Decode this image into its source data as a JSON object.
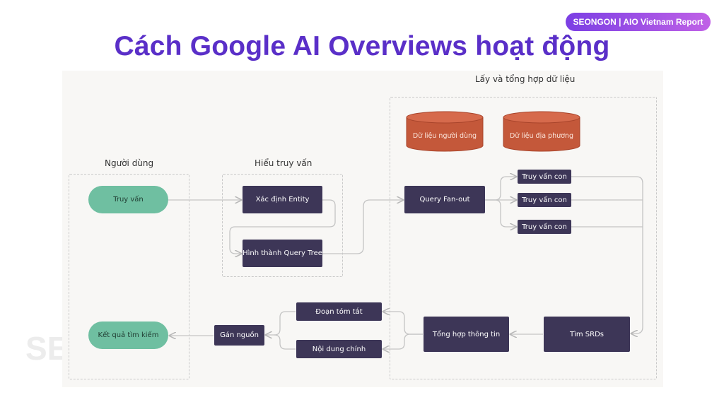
{
  "badge": "SEONGON | AIO Vietnam Report",
  "title": "Cách Google AI Overviews hoạt động",
  "watermark": "SE",
  "groups": {
    "user": "Người dùng",
    "understand": "Hiểu truy vấn",
    "retrieve": "Lấy và tổng hợp dữ liệu"
  },
  "nodes": {
    "query": "Truy vấn",
    "result": "Kết quả tìm kiếm",
    "entity": "Xác định Entity",
    "query_tree": "Hình thành Query Tree",
    "fanout": "Query Fan-out",
    "sub1": "Truy vấn con",
    "sub2": "Truy vấn con",
    "sub3": "Truy vấn con",
    "srds": "Tìm SRDs",
    "synthesis": "Tổng hợp thông tin",
    "summary": "Đoạn tóm tắt",
    "main_content": "Nội dung chính",
    "attribution": "Gán nguồn"
  },
  "databases": {
    "user_data": "Dữ liệu người dùng",
    "local_data": "Dữ liệu địa phương"
  },
  "colors": {
    "node": "#3d3657",
    "pill": "#6fbfa1",
    "database": "#c95a3c",
    "title": "#5a2fc8",
    "connector": "#b8b8b8"
  }
}
